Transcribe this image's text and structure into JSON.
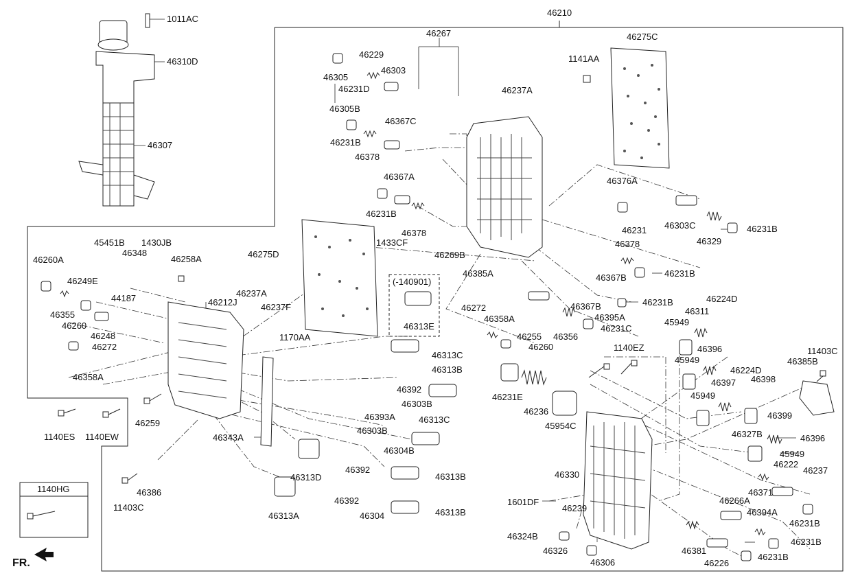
{
  "diagram": {
    "main_assembly": "46210",
    "labels": [
      "46210",
      "1011AC",
      "46310D",
      "46307",
      "46267",
      "46275C",
      "1141AA",
      "46229",
      "46305",
      "46303",
      "46231D",
      "46305B",
      "46237A",
      "46231B",
      "46367C",
      "46378",
      "46367A",
      "46231B",
      "46378",
      "46269B",
      "46385A",
      "46376A",
      "46231",
      "46303C",
      "46329",
      "46231B",
      "46378",
      "46231B",
      "46367B",
      "46231B",
      "46367B",
      "46395A",
      "46356",
      "46231C",
      "46224D",
      "46311",
      "45949",
      "46396",
      "46224D",
      "46398",
      "46399",
      "11403C",
      "46385B",
      "46255",
      "46272",
      "46358A",
      "46260",
      "1140EZ",
      "46231E",
      "46236",
      "45954C",
      "45949",
      "46397",
      "45949",
      "46327B",
      "46396",
      "45949",
      "46222",
      "46237",
      "46371",
      "46330",
      "1601DF",
      "46239",
      "46266A",
      "46394A",
      "46231B",
      "46324B",
      "46326",
      "46306",
      "46381",
      "46226",
      "46231B",
      "46231B",
      "46275D",
      "1433CF",
      "(-140901)",
      "46313E",
      "46313C",
      "46313B",
      "46392",
      "46303B",
      "46393A",
      "46303B",
      "46313C",
      "46304B",
      "46392",
      "46313B",
      "46392",
      "46304",
      "46313B",
      "46313D",
      "46313A",
      "46343A",
      "1170AA",
      "46237F",
      "46237A",
      "46212J",
      "45451B",
      "1430JB",
      "46348",
      "46258A",
      "46260A",
      "46249E",
      "46355",
      "44187",
      "46260",
      "46248",
      "46272",
      "46358A",
      "46259",
      "1140ES",
      "1140EW",
      "46386",
      "11403C",
      "1140HG"
    ],
    "fr_label": "FR."
  }
}
